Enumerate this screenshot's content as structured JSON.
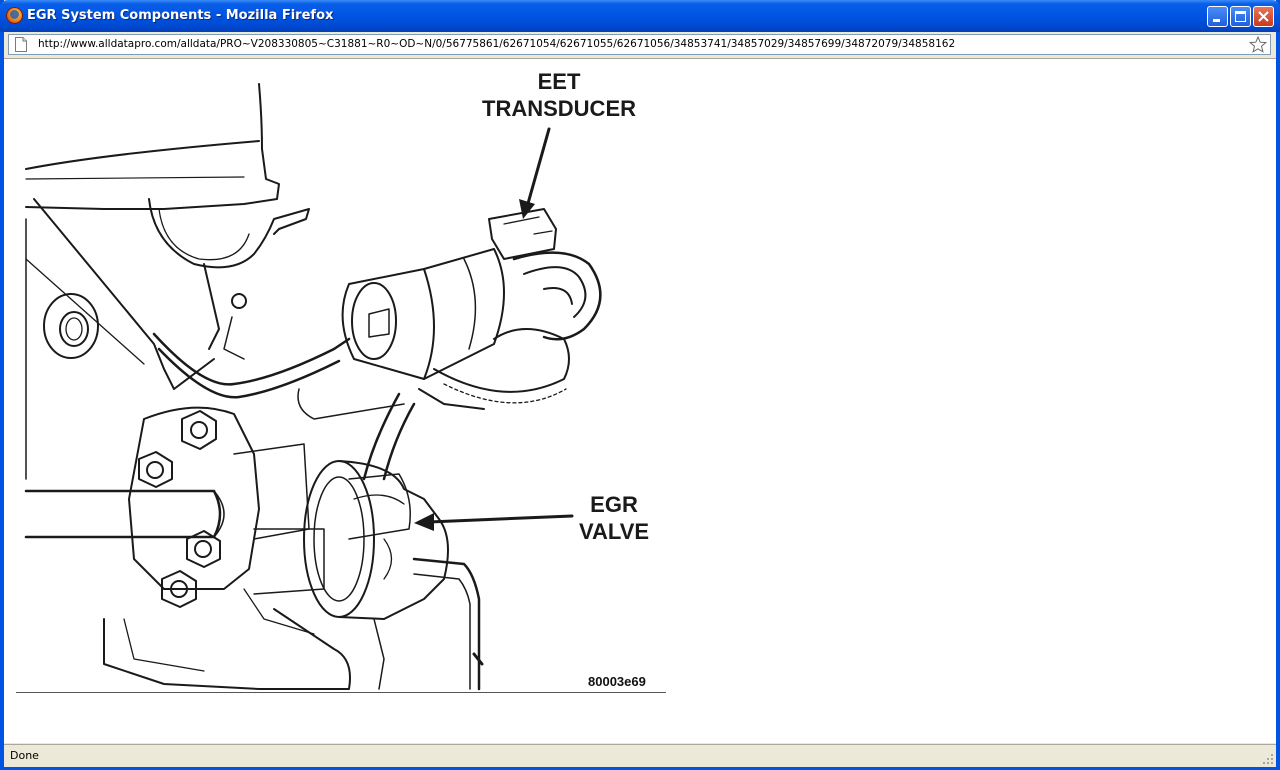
{
  "window": {
    "title": "EGR System Components - Mozilla Firefox"
  },
  "address_bar": {
    "url": "http://www.alldatapro.com/alldata/PRO~V208330805~C31881~R0~OD~N/0/56775861/62671054/62671055/62671056/34853741/34857029/34857699/34872079/34858162"
  },
  "figure": {
    "labels": {
      "eet_line1": "EET",
      "eet_line2": "TRANSDUCER",
      "egr_line1": "EGR",
      "egr_line2": "VALVE"
    },
    "figure_id": "80003e69"
  },
  "status": {
    "text": "Done"
  },
  "icons": {
    "app": "firefox-icon",
    "page": "page-icon",
    "bookmark": "star-icon",
    "minimize": "minimize-icon",
    "maximize": "maximize-icon",
    "close": "close-icon"
  }
}
